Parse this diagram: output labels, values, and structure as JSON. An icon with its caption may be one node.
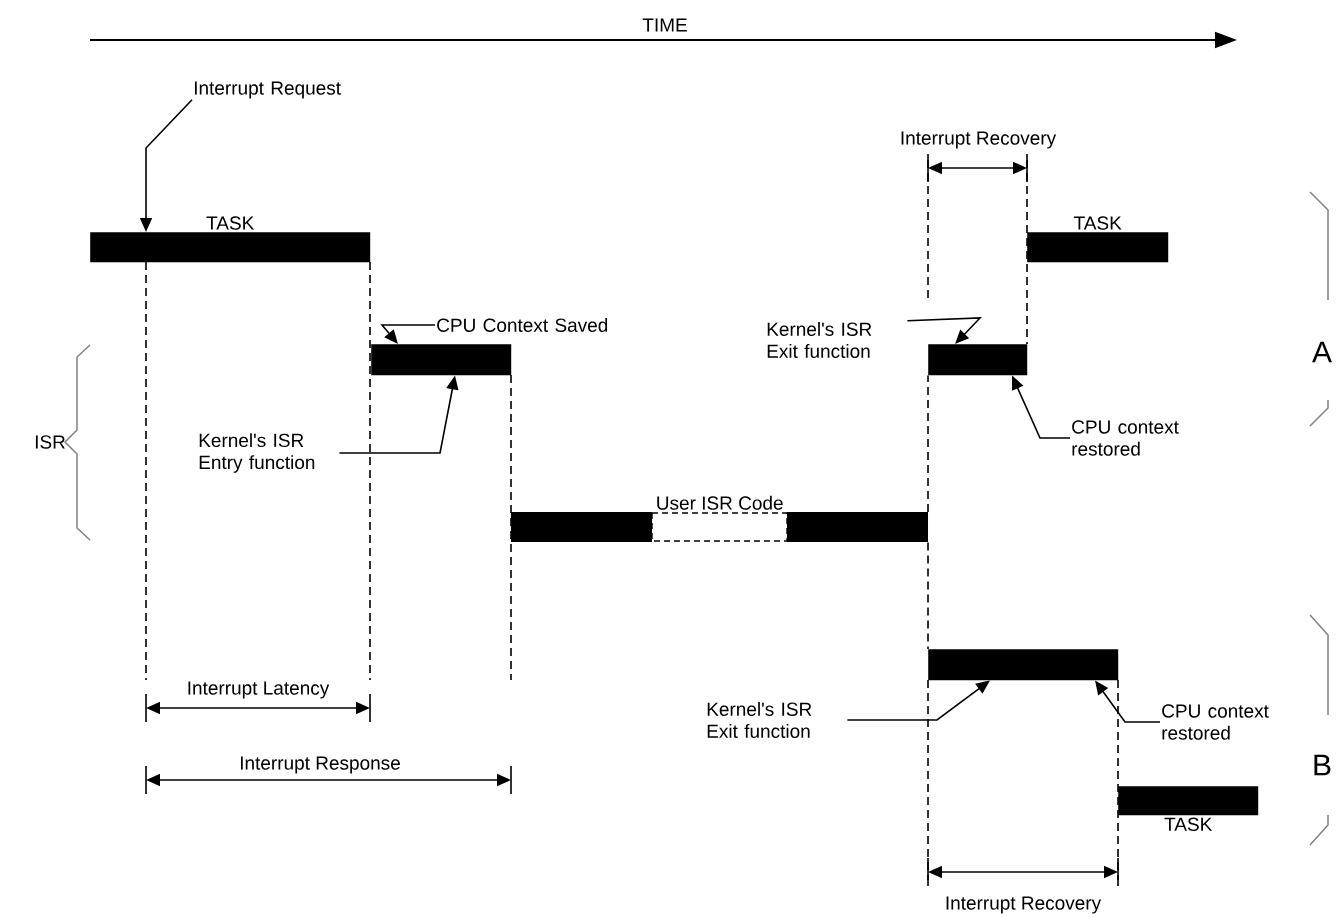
{
  "diagram": {
    "nodes": [
      {
        "text": [
          "TASK"
        ]
      },
      {
        "text": [],
        "shape": "bar"
      },
      {
        "text": [
          "User ISR Code"
        ]
      },
      {
        "text": [],
        "shape": "bar"
      },
      {
        "text": [
          "TASK"
        ]
      },
      {
        "text": [],
        "shape": "bar"
      },
      {
        "text": [
          "TASK"
        ]
      },
      {
        "text": [
          "Interrupt Request"
        ]
      },
      {
        "text": [
          "CPU Context Saved"
        ]
      },
      {
        "text": [
          "Kernel's ISR Entry function"
        ]
      },
      {
        "text": [
          "Kernel's ISR Exit function"
        ]
      },
      {
        "text": [
          "CPU context restored"
        ]
      },
      {
        "text": [
          "Kernel's ISR Exit function"
        ]
      },
      {
        "text": [
          "CPU context restored"
        ]
      }
    ],
    "edges": [
      {
        "from": 7,
        "to": 0,
        "arrow": "to"
      },
      {
        "from": 8,
        "to": 1,
        "arrow": "to"
      },
      {
        "from": 9,
        "to": 1,
        "arrow": "to"
      },
      {
        "from": 10,
        "to": 3,
        "arrow": "to"
      },
      {
        "from": 11,
        "to": 3,
        "arrow": "to"
      },
      {
        "from": 12,
        "to": 5,
        "arrow": "to"
      },
      {
        "from": 13,
        "to": 5,
        "arrow": "to"
      },
      {
        "from": 2,
        "to": 3,
        "arrow": "none",
        "style": "dashed"
      },
      {
        "from": 2,
        "to": 5,
        "arrow": "none",
        "style": "dashed"
      }
    ],
    "labels": [
      "TIME",
      "Interrupt Recovery",
      "A",
      "ISR",
      "Interrupt Latency",
      "B",
      "Interrupt Response",
      "Interrupt Recovery"
    ]
  }
}
